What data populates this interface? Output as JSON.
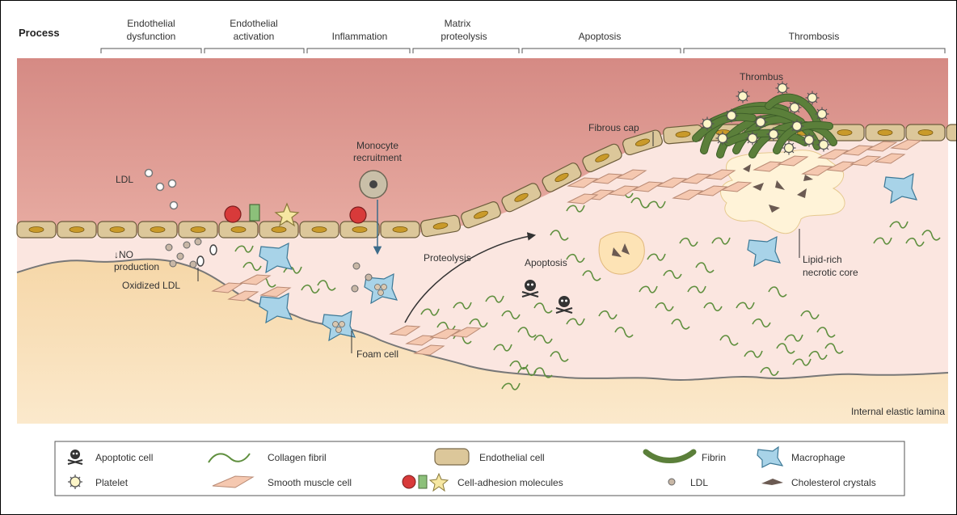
{
  "process_label": "Process",
  "stages": [
    {
      "line1": "Endothelial",
      "line2": "dysfunction"
    },
    {
      "line1": "Endothelial",
      "line2": "activation"
    },
    {
      "line1": "",
      "line2": "Inflammation"
    },
    {
      "line1": "Matrix",
      "line2": "proteolysis"
    },
    {
      "line1": "",
      "line2": "Apoptosis"
    },
    {
      "line1": "",
      "line2": "Thrombosis"
    }
  ],
  "annotations": {
    "ldl": "LDL",
    "no_production_line1": "↓NO",
    "no_production_line2": "production",
    "oxidized_ldl": "Oxidized LDL",
    "monocyte_line1": "Monocyte",
    "monocyte_line2": "recruitment",
    "foam_cell": "Foam cell",
    "proteolysis": "Proteolysis",
    "apoptosis": "Apoptosis",
    "fibrous_cap": "Fibrous cap",
    "thrombus": "Thrombus",
    "core_line1": "Lipid-rich",
    "core_line2": "necrotic core",
    "internal_elastic_lamina": "Internal elastic lamina"
  },
  "legend": [
    {
      "icon": "apoptotic-cell-icon",
      "label": "Apoptotic cell"
    },
    {
      "icon": "collagen-fibril-icon",
      "label": "Collagen fibril"
    },
    {
      "icon": "endothelial-cell-icon",
      "label": "Endothelial cell"
    },
    {
      "icon": "fibrin-icon",
      "label": "Fibrin"
    },
    {
      "icon": "macrophage-icon",
      "label": "Macrophage"
    },
    {
      "icon": "platelet-icon",
      "label": "Platelet"
    },
    {
      "icon": "smooth-muscle-cell-icon",
      "label": "Smooth muscle cell"
    },
    {
      "icon": "cell-adhesion-molecules-icon",
      "label": "Cell-adhesion molecules"
    },
    {
      "icon": "ldl-icon",
      "label": "LDL"
    },
    {
      "icon": "cholesterol-crystals-icon",
      "label": "Cholesterol crystals"
    }
  ],
  "colors": {
    "lumen_top": "#d98c86",
    "lumen_bottom": "#f7dcd4",
    "intima": "#fbe8e2",
    "media": "#f8dcb2",
    "endothelium": "#dcc79a",
    "endothelium_nucleus": "#c99a2a",
    "macrophage": "#a8d3e8",
    "smooth_muscle": "#f5c8b0",
    "collagen": "#5f8f3e",
    "fibrin": "#5b7f3a",
    "core": "#fff0d0"
  }
}
